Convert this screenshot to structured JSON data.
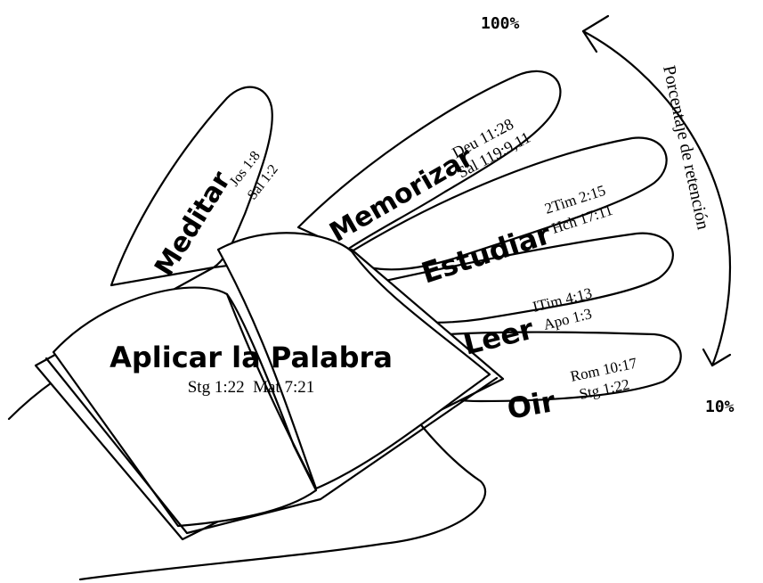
{
  "axis": {
    "title": "Porcentaje de retención",
    "top_value": "100%",
    "bottom_value": "10%"
  },
  "fingers": [
    {
      "label": "Meditar",
      "ref1": "Jos 1:8",
      "ref2": "Sal 1:2"
    },
    {
      "label": "Memorizar",
      "ref1": "Deu 11:28",
      "ref2": "Sal 119:9,11"
    },
    {
      "label": "Estudiar",
      "ref1": "2Tim 2:15",
      "ref2": "Hch 17:11"
    },
    {
      "label": "Leer",
      "ref1": "ITim 4:13",
      "ref2": "Apo 1:3"
    },
    {
      "label": "Oir",
      "ref1": "Rom 10:17",
      "ref2": "Stg 1:22"
    }
  ],
  "book": {
    "title": "Aplicar la Palabra",
    "refs": "Stg 1:22  Mat 7:21"
  }
}
